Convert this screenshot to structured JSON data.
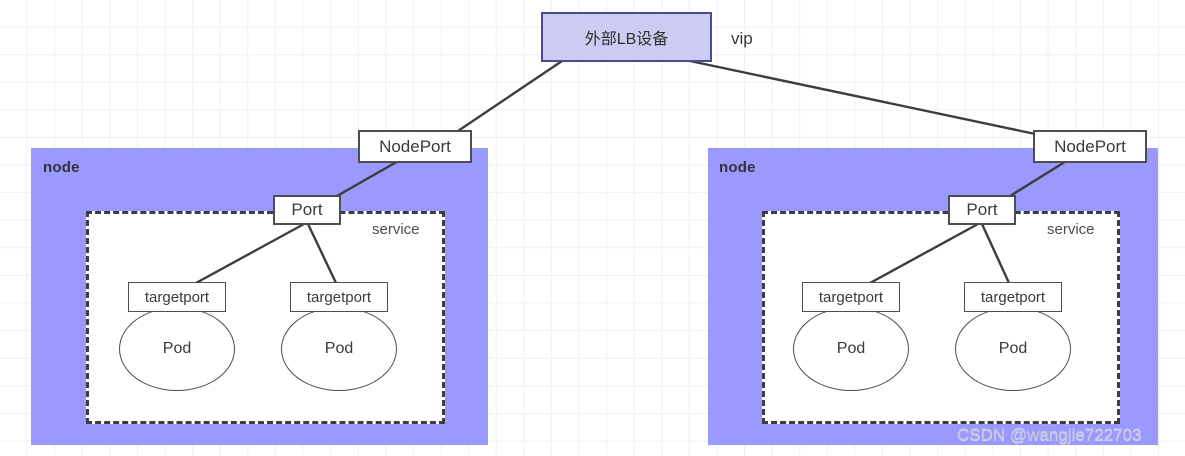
{
  "diagram": {
    "title_box": {
      "label": "外部LB设备"
    },
    "vip_label": "vip",
    "nodes": [
      {
        "label": "node",
        "nodeport_label": "NodePort",
        "service_label": "service",
        "port_label": "Port",
        "pods": [
          {
            "targetport_label": "targetport",
            "pod_label": "Pod"
          },
          {
            "targetport_label": "targetport",
            "pod_label": "Pod"
          }
        ]
      },
      {
        "label": "node",
        "nodeport_label": "NodePort",
        "service_label": "service",
        "port_label": "Port",
        "pods": [
          {
            "targetport_label": "targetport",
            "pod_label": "Pod"
          },
          {
            "targetport_label": "targetport",
            "pod_label": "Pod"
          }
        ]
      }
    ],
    "watermark": "CSDN @wangjie722703",
    "colors": {
      "node_fill": "#9999ff",
      "lb_fill": "#ccccf2",
      "lb_stroke": "#4b4b8f",
      "edge_stroke": "#3d3d3d",
      "box_stroke": "#4d4d4d",
      "grid": "#f0f0f0"
    }
  }
}
